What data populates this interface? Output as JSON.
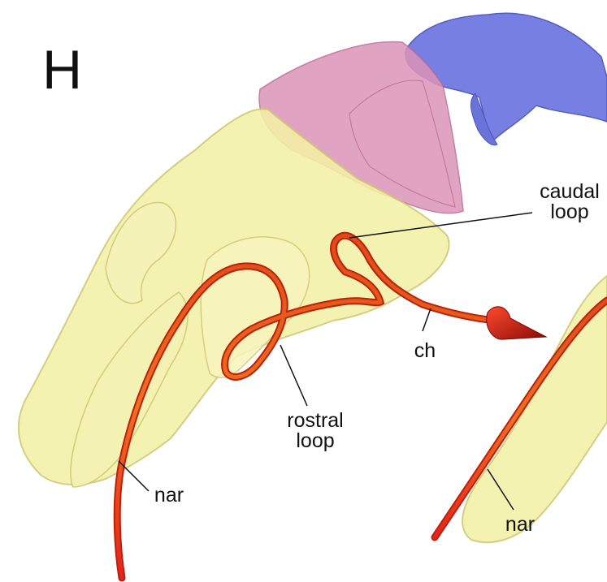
{
  "panel": {
    "letter": "H"
  },
  "labels": {
    "caudal_loop": [
      "caudal",
      "loop"
    ],
    "rostral_loop": [
      "rostral",
      "loop"
    ],
    "ch": "ch",
    "nar_left": "nar",
    "nar_right": "nar"
  },
  "colors": {
    "cartilage_yellow": "#f2f0a0",
    "cartilage_outline": "#d8d27a",
    "pink_tissue": "#d98fb3",
    "blue_tissue": "#6f78e0",
    "airflow_red": "#e0351b",
    "airflow_orange": "#f07a20"
  }
}
